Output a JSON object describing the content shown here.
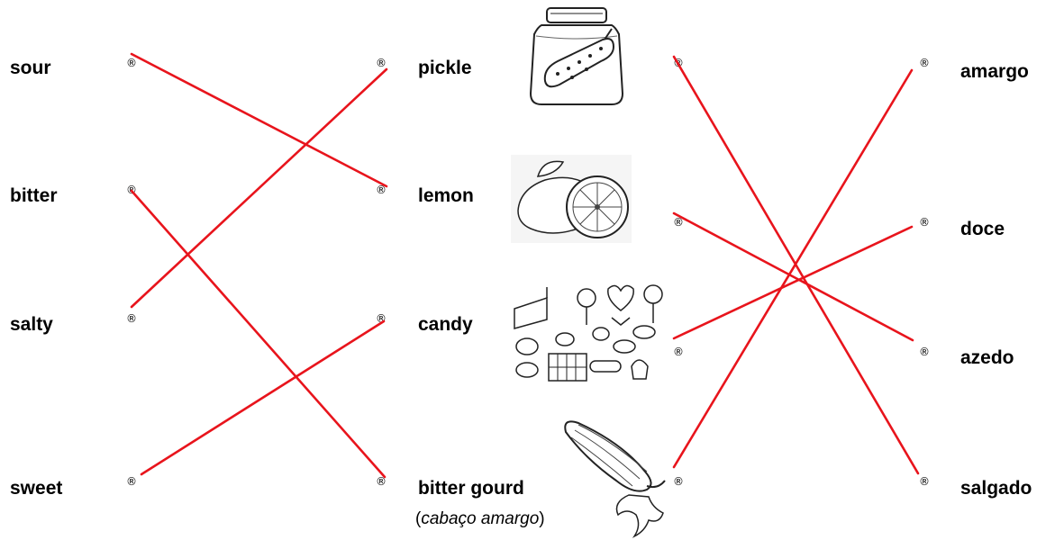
{
  "left_words": [
    "sour",
    "bitter",
    "salty",
    "sweet"
  ],
  "middle_words": [
    "pickle",
    "lemon",
    "candy",
    "bitter gourd"
  ],
  "middle_subtitle": {
    "open": "(",
    "italic": "cabaço amargo",
    "close": ")"
  },
  "right_words": [
    "amargo",
    "doce",
    "azedo",
    "salgado"
  ],
  "marker_symbol": "®",
  "line_color": "#e8141c",
  "pictures": [
    "pickle-jar-drawing",
    "lemon-drawing",
    "candy-drawing",
    "bitter-gourd-drawing"
  ],
  "matches_left": [
    {
      "from": "sour",
      "to": "lemon"
    },
    {
      "from": "bitter",
      "to": "bitter gourd"
    },
    {
      "from": "salty",
      "to": "pickle"
    },
    {
      "from": "sweet",
      "to": "candy"
    }
  ],
  "matches_right": [
    {
      "from": "pickle",
      "to": "salgado"
    },
    {
      "from": "lemon",
      "to": "azedo"
    },
    {
      "from": "candy",
      "to": "doce"
    },
    {
      "from": "bitter gourd",
      "to": "amargo"
    }
  ]
}
